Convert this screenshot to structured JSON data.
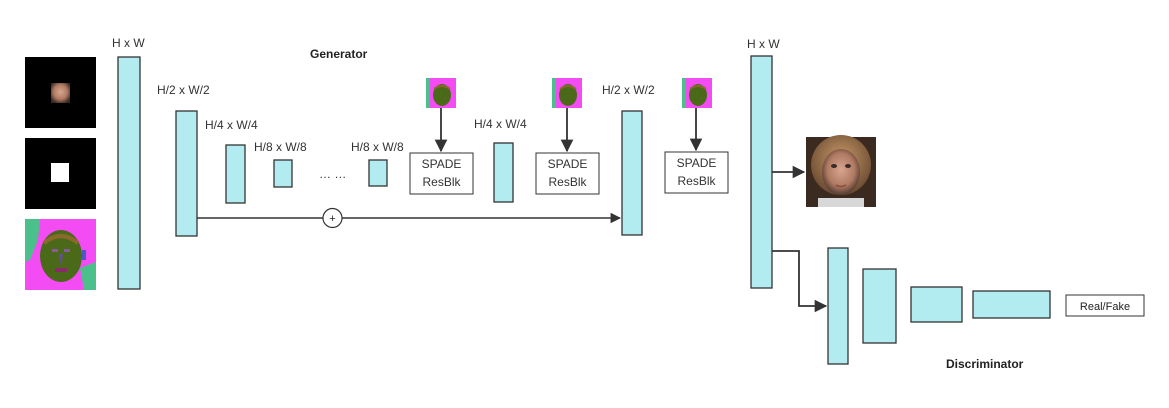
{
  "titles": {
    "generator": "Generator",
    "discriminator": "Discriminator"
  },
  "dims": {
    "full_left": "H x W",
    "half_left": "H/2 x W/2",
    "quarter_left": "H/4 x W/4",
    "eighth_a": "H/8 x W/8",
    "ellipsis": "… …",
    "eighth_b": "H/8 x W/8",
    "quarter_right": "H/4 x W/4",
    "half_right": "H/2 x W/2",
    "full_right": "H x W"
  },
  "blocks": {
    "spade_title": "SPADE",
    "spade_sub": "ResBlk"
  },
  "sum_symbol": "+",
  "output_label": "Real/Fake",
  "colors": {
    "feature": "#b3ecf0",
    "stroke": "#333333",
    "mask_magenta": "#f44cf4",
    "mask_green": "#4a6a1a",
    "mask_mint": "#4cc08a"
  }
}
